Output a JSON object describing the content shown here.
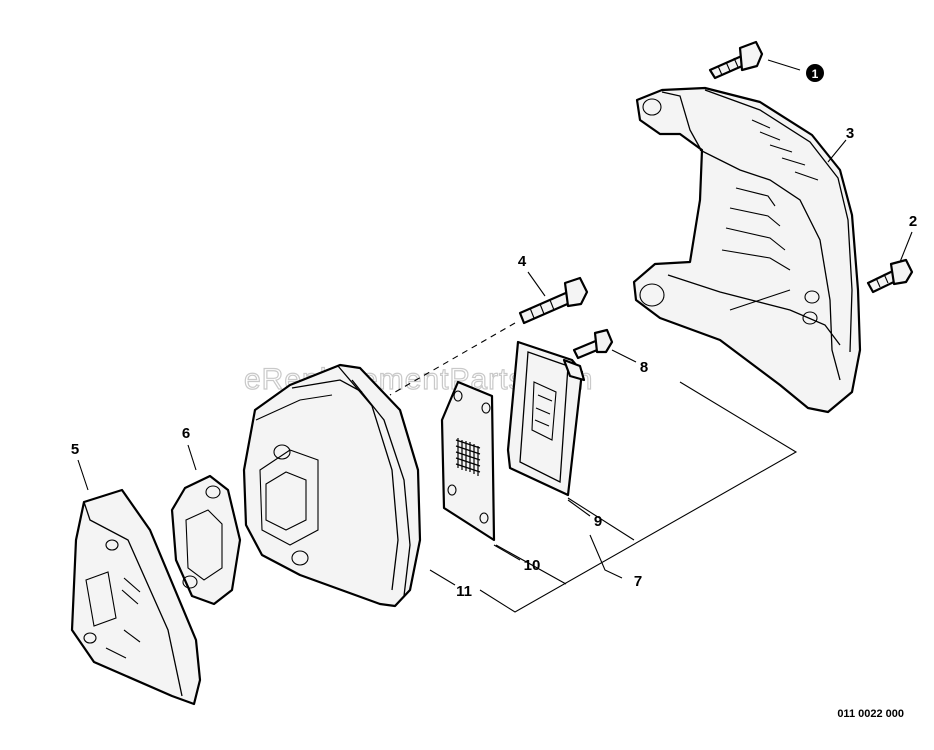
{
  "diagram": {
    "watermark": "eReplacementParts.com",
    "drawing_code": "011 0022 000",
    "callouts": {
      "c1": "1",
      "c2": "2",
      "c3": "3",
      "c4": "4",
      "c5": "5",
      "c6": "6",
      "c7": "7",
      "c8": "8",
      "c9": "9",
      "c10": "10",
      "c11": "11"
    }
  }
}
